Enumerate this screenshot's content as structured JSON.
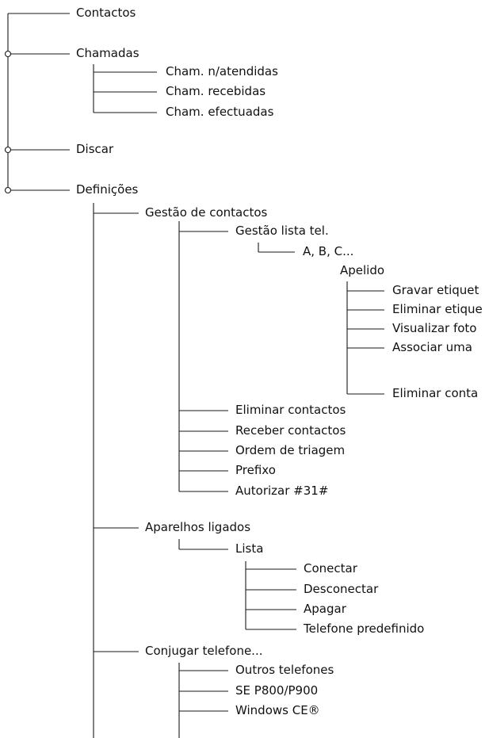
{
  "menu": {
    "contactos": "Contactos",
    "chamadas": {
      "label": "Chamadas",
      "items": [
        "Cham. n/atendidas",
        "Cham. recebidas",
        "Cham. efectuadas"
      ]
    },
    "discar": "Discar",
    "definicoes": {
      "label": "Definições",
      "gestao_contactos": {
        "label": "Gestão de contactos",
        "gestao_lista": {
          "label": "Gestão lista tel.",
          "abc": "A, B, C...",
          "apelido": {
            "label": "Apelido",
            "items": [
              "Gravar etiquet",
              "Eliminar etique",
              "Visualizar foto",
              "Associar uma",
              "Eliminar conta"
            ]
          }
        },
        "items": [
          "Eliminar contactos",
          "Receber contactos",
          "Ordem de triagem",
          "Prefixo",
          "Autorizar #31#"
        ]
      },
      "aparelhos": {
        "label": "Aparelhos ligados",
        "lista": {
          "label": "Lista",
          "items": [
            "Conectar",
            "Desconectar",
            "Apagar",
            "Telefone predefinido"
          ]
        }
      },
      "conjugar": {
        "label": "Conjugar telefone...",
        "items": [
          "Outros telefones",
          "SE P800/P900",
          "Windows CE®"
        ]
      }
    }
  }
}
